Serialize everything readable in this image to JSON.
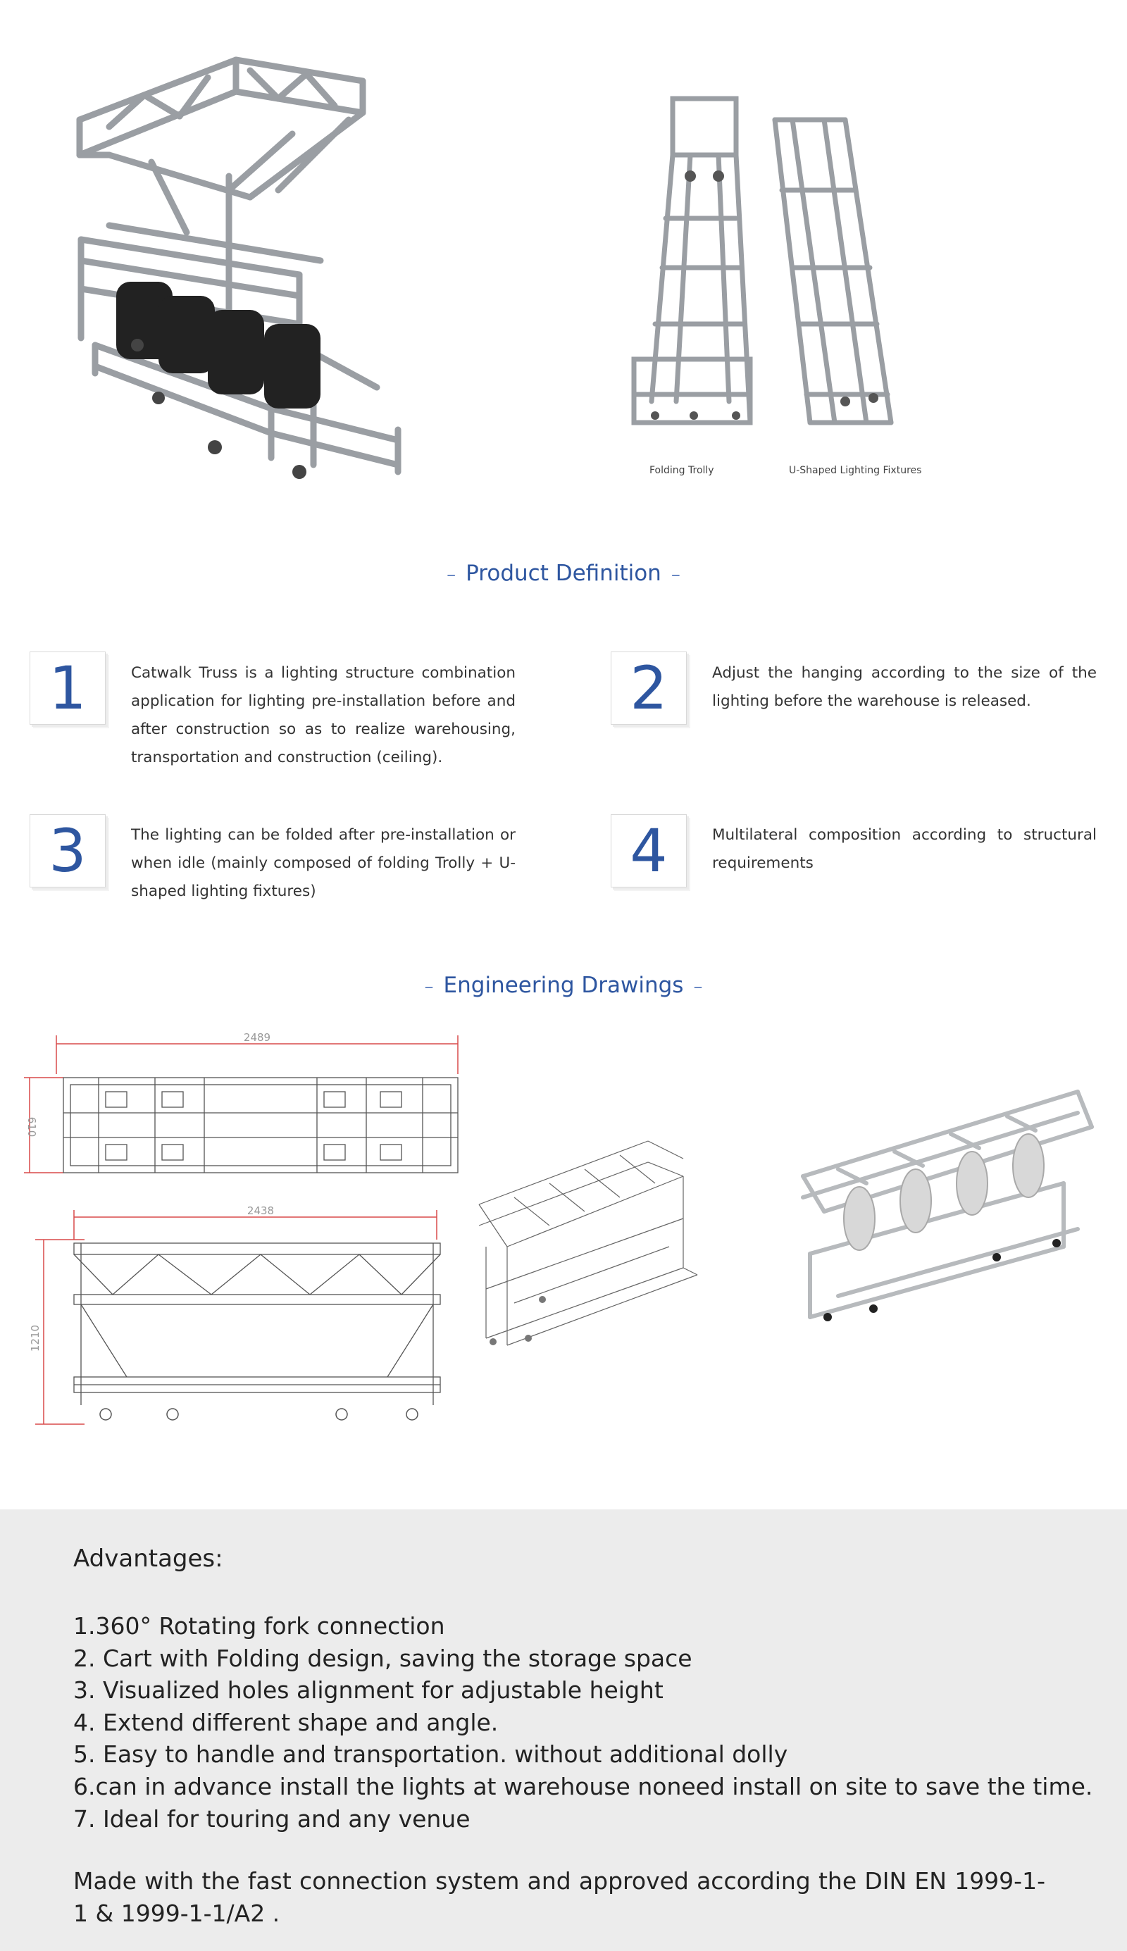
{
  "photos": {
    "folding_trolly_caption": "Folding Trolly",
    "u_shaped_caption": "U-Shaped Lighting Fixtures"
  },
  "product_definition": {
    "title": "Product Definition",
    "items": [
      {
        "number": "1",
        "text": "Catwalk Truss is a lighting structure combination application for lighting pre-installation before and after construction so as to realize warehousing, transportation and construction (ceiling)."
      },
      {
        "number": "2",
        "text": "Adjust the hanging according to the size of the lighting  before the warehouse is released."
      },
      {
        "number": "3",
        "text": "The lighting can be folded after pre-installation or when idle (mainly composed of folding Trolly + U-shaped lighting fixtures)"
      },
      {
        "number": "4",
        "text": "Multilateral composition according to structural requirements"
      }
    ]
  },
  "engineering": {
    "title": "Engineering Drawings",
    "dims": {
      "top_width": "2489",
      "top_height": "610",
      "front_width": "2438",
      "front_height": "1210"
    }
  },
  "advantages": {
    "heading": "Advantages:",
    "items": [
      "1.360° Rotating fork connection",
      "2. Cart with Folding design, saving the storage space",
      "3. Visualized holes alignment for adjustable height",
      "4. Extend different shape and angle.",
      "5. Easy to handle and transportation. without  additional dolly",
      "6.can in advance install the lights at warehouse noneed install on site to save the time.",
      "7. Ideal for touring and any venue"
    ],
    "footer": "Made with the fast connection system and approved  according the DIN EN 1999-1-1 & 1999-1-1/A2 ."
  },
  "colors": {
    "accent": "#2e56a0",
    "panel": "#ececec",
    "dim_red": "#d94a4a"
  }
}
